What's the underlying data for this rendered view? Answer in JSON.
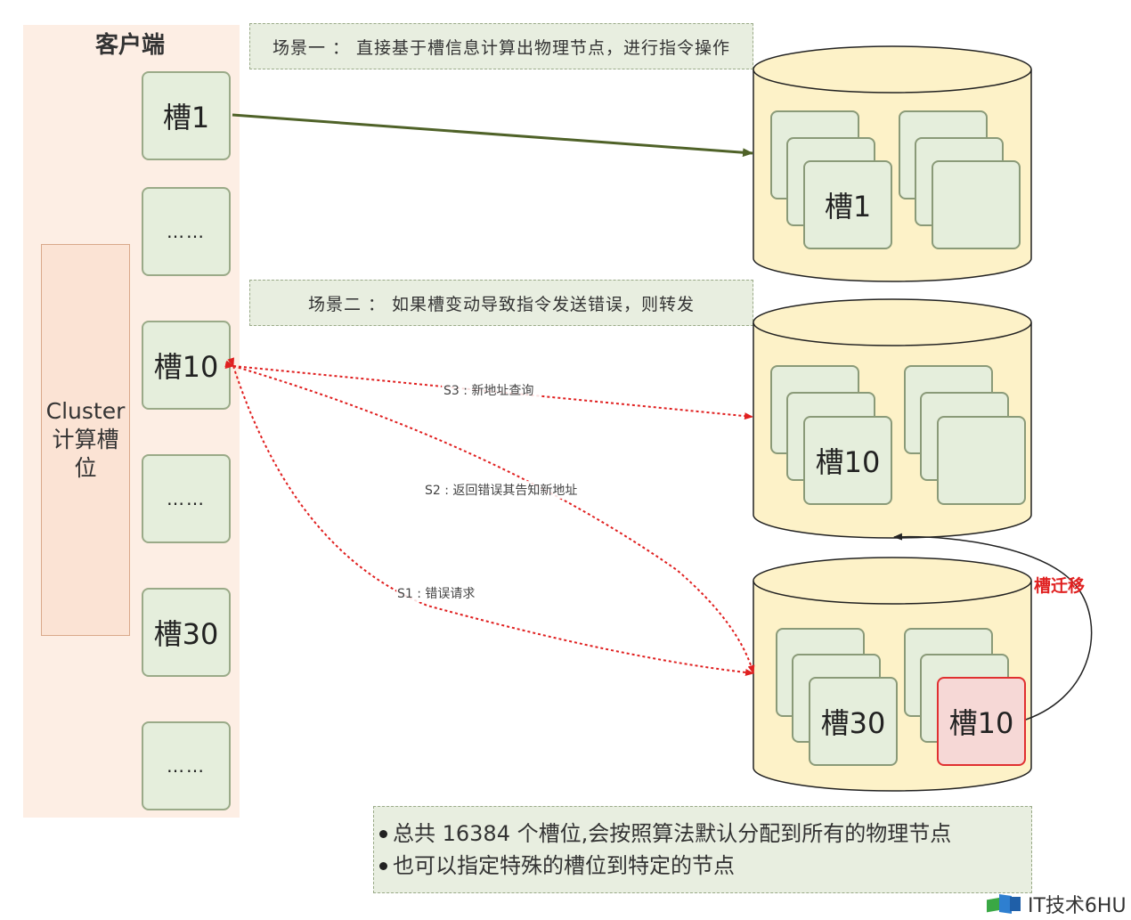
{
  "client": {
    "title": "客户端",
    "cluster_lines": [
      "Cluster",
      "计算槽",
      "位"
    ],
    "slots": [
      "槽1",
      "……",
      "槽10",
      "……",
      "槽30",
      "……"
    ]
  },
  "scenarios": {
    "one": "场景一 ： 直接基于槽信息计算出物理节点，进行指令操作",
    "two": "场景二 ： 如果槽变动导致指令发送错误，则转发"
  },
  "nodes": {
    "node1_slot": "槽1",
    "node2_slot": "槽10",
    "node3_slots": [
      "槽30",
      "槽10"
    ]
  },
  "edges": {
    "s1": "S1 : 错误请求",
    "s2": "S2 : 返回错误其告知新地址",
    "s3": "S3 : 新地址查询",
    "migrate": "槽迁移"
  },
  "info": {
    "bullets": [
      "总共 16384 个槽位,会按照算法默认分配到所有的物理节点",
      "也可以指定特殊的槽位到特定的节点"
    ]
  },
  "watermark": {
    "text": "IT技术6HU"
  },
  "colors": {
    "client_bg": "#fdeee4",
    "cluster_bg": "#fbe3d4",
    "slot_bg": "#e5eedc",
    "db_bg": "#fdf2c8",
    "arrow_green": "#4f6228",
    "arrow_red": "#e02020",
    "hot_slot_bg": "#f6d8d6"
  }
}
